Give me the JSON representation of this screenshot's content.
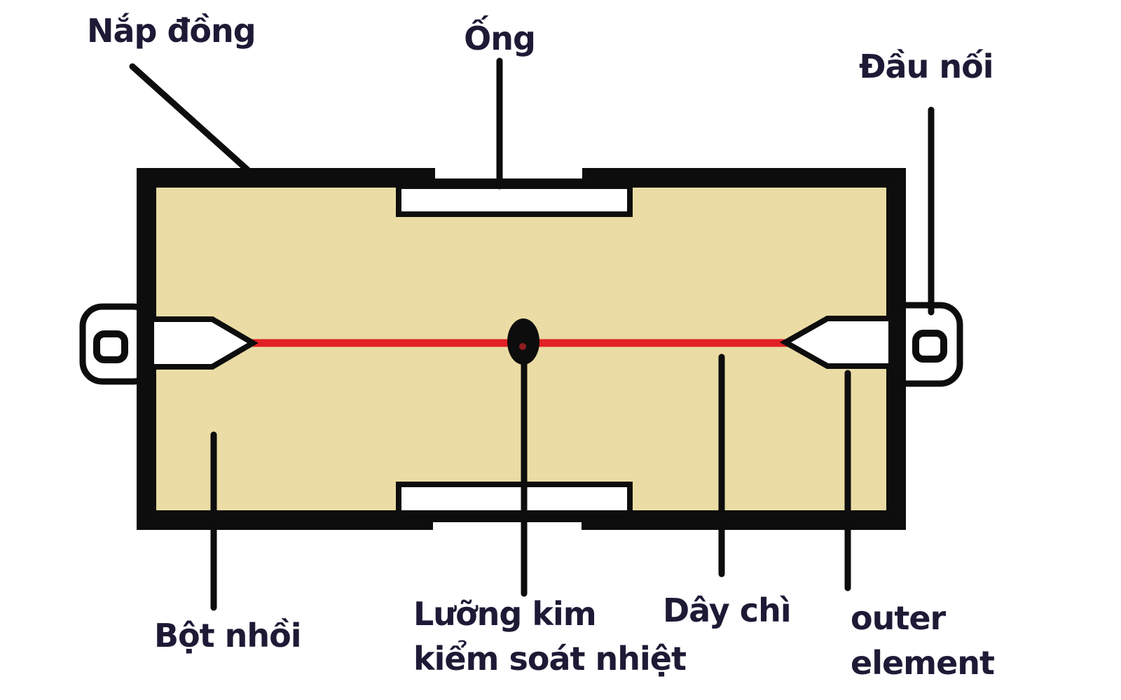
{
  "labels": {
    "copper_cap": "Nắp đồng",
    "tube": "Ống",
    "connector": "Đầu nối",
    "filler_powder": "Bột nhồi",
    "bimetal_line1": "Lưỡng kim",
    "bimetal_line2": "kiểm soát nhiệt",
    "fuse_wire": "Dây chì",
    "outer_line1": "outer",
    "outer_line2": "element"
  },
  "colors": {
    "body_fill": "#EADCA4",
    "outline": "#0D0D0D",
    "wire_red": "#E02125",
    "label_text": "#1E1A36",
    "background": "#FFFFFF"
  }
}
